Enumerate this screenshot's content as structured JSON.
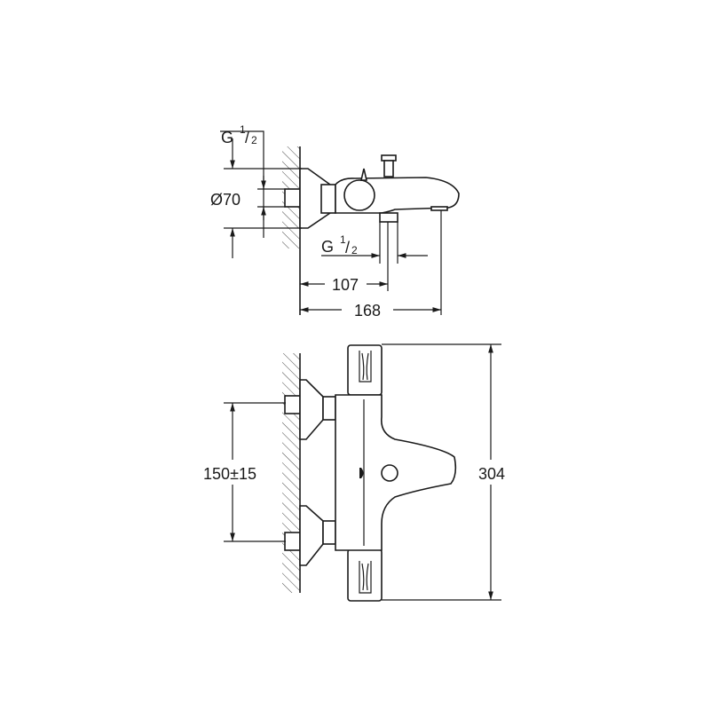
{
  "side_view": {
    "inlet_thread": {
      "main": "G",
      "fraction_num": "1",
      "fraction_den": "2"
    },
    "flange_diameter": "Ø70",
    "outlet_thread": {
      "main": "G",
      "fraction_num": "1",
      "fraction_den": "2"
    },
    "outlet_distance": "107",
    "spout_projection": "168"
  },
  "front_view": {
    "inlet_spacing": "150±15",
    "total_height": "304"
  }
}
